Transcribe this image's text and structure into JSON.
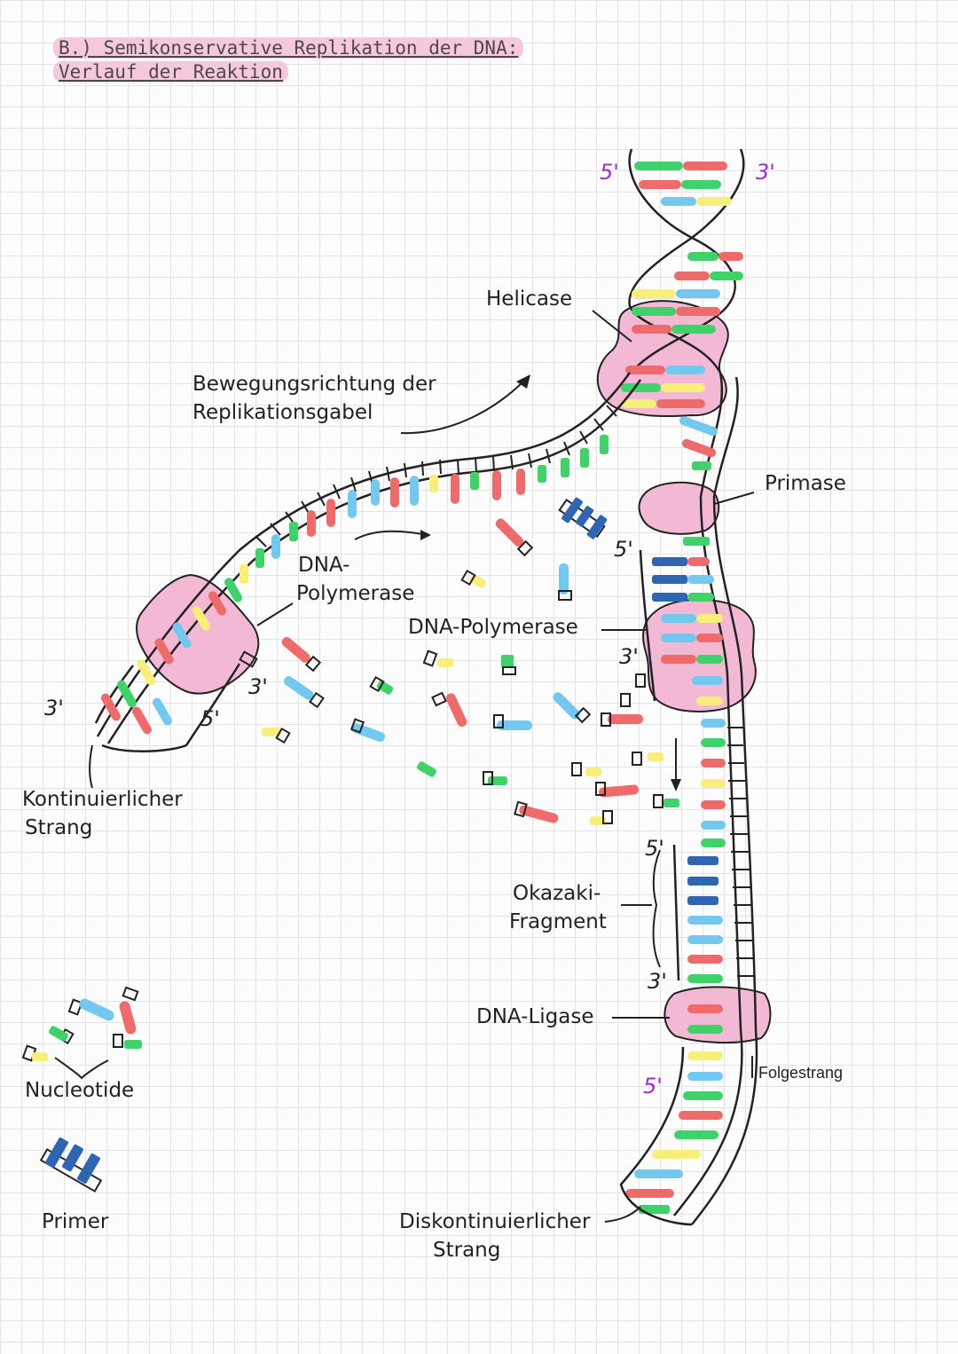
{
  "title": {
    "line1": "B.) Semikonservative Replikation der DNA:",
    "line2": "Verlauf der Reaktion"
  },
  "labels": {
    "helicase": "Helicase",
    "direction_line1": "Bewegungsrichtung der",
    "direction_line2": "Replikationsgabel",
    "primase": "Primase",
    "polymerase_left_line1": "DNA-",
    "polymerase_left_line2": "Polymerase",
    "polymerase_right": "DNA-Polymerase",
    "continuous_line1": "Kontinuierlicher",
    "continuous_line2": "Strang",
    "okazaki_line1": "Okazaki-",
    "okazaki_line2": "Fragment",
    "ligase": "DNA-Ligase",
    "lagging": "Folgestrang",
    "discontinuous_line1": "Diskontinuierlicher",
    "discontinuous_line2": "Strang",
    "nucleotide": "Nucleotide",
    "primer": "Primer"
  },
  "ends": {
    "top_5": "5'",
    "top_3": "3'",
    "left_3": "3'",
    "left_5": "5'",
    "poly_3": "3'",
    "primer_5": "5'",
    "right_3": "3'",
    "frag_5": "5'",
    "frag_3": "3'",
    "bottom_5": "5'"
  },
  "colors": {
    "red": "#ef6b6b",
    "green": "#3fd26a",
    "blue": "#72c8ee",
    "yellow": "#f8ee7a",
    "darkblue": "#2f66b3",
    "enzyme": "#f3b8d4",
    "ink": "#222222",
    "accent": "#9b2fd6"
  }
}
